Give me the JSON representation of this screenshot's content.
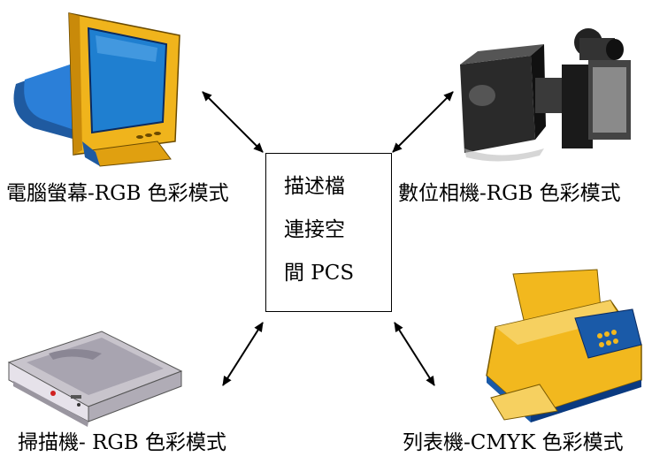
{
  "center": {
    "line1": "描述檔",
    "line2": "連接空",
    "line3": "間 PCS"
  },
  "devices": {
    "monitor": {
      "label": "電腦螢幕-RGB 色彩模式",
      "icon": "crt-monitor-icon"
    },
    "camera": {
      "label": "數位相機-RGB 色彩模式",
      "icon": "digital-camera-icon"
    },
    "scanner": {
      "label": "掃描機- RGB 色彩模式",
      "icon": "flatbed-scanner-icon"
    },
    "printer": {
      "label": "列表機-CMYK 色彩模式",
      "icon": "inkjet-printer-icon"
    }
  },
  "colors": {
    "monitor_body": "#f0b41c",
    "monitor_screen": "#1f7fd0",
    "camera_body": "#2a2a2a",
    "scanner_body": "#d8d4dc",
    "printer_body": "#f2b81e",
    "printer_accent": "#1a5aa8"
  }
}
